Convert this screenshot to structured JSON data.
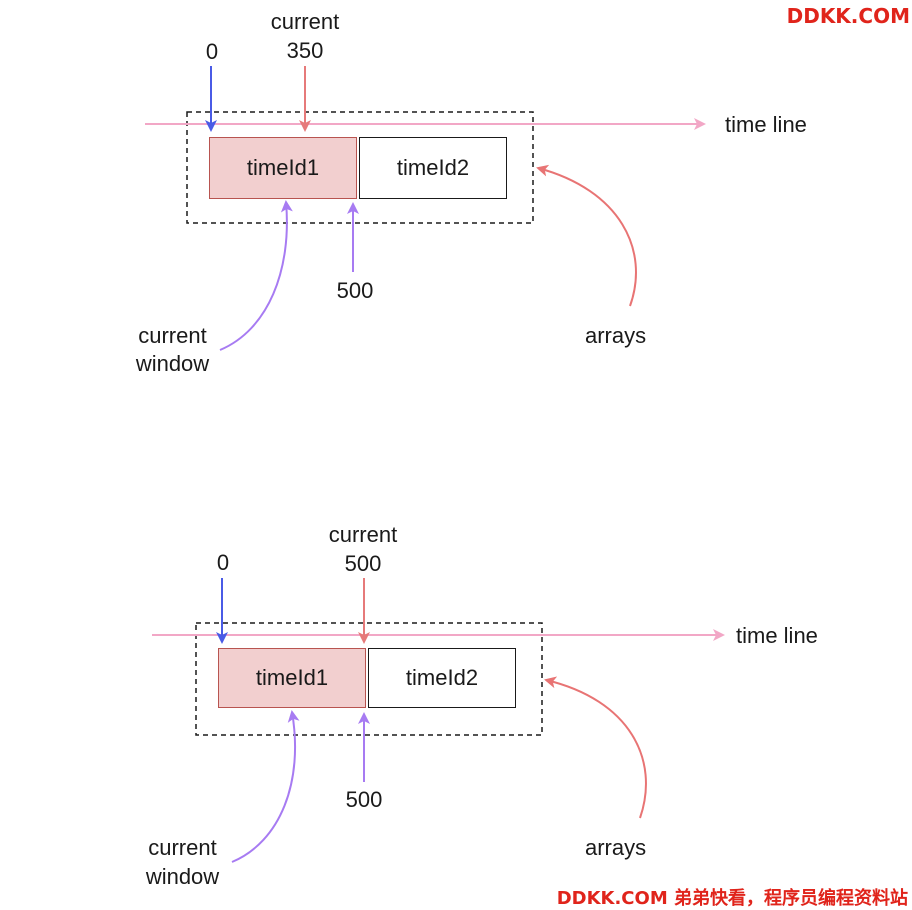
{
  "watermark": {
    "top": "DDKK.COM",
    "bottom": "DDKK.COM 弟弟快看，程序员编程资料站",
    "color": "#e0241b"
  },
  "colors": {
    "timeline_arrow": "#f2a7c6",
    "zero_arrow": "#4a5be6",
    "current_arrow": "#e67a7a",
    "purple_arrow": "#a77bf2",
    "arrays_arrow": "#e87474",
    "current_cell_fill": "#f2cfcf",
    "current_cell_border": "#b85450"
  },
  "panels": [
    {
      "zero_label": "0",
      "current_label_line1": "current",
      "current_label_line2": "350",
      "timeline_label": "time line",
      "cell1": "timeId1",
      "cell2": "timeId2",
      "bound_label": "500",
      "window_label_line1": "current",
      "window_label_line2": "window",
      "arrays_label": "arrays"
    },
    {
      "zero_label": "0",
      "current_label_line1": "current",
      "current_label_line2": "500",
      "timeline_label": "time line",
      "cell1": "timeId1",
      "cell2": "timeId2",
      "bound_label": "500",
      "window_label_line1": "current",
      "window_label_line2": "window",
      "arrays_label": "arrays"
    }
  ]
}
